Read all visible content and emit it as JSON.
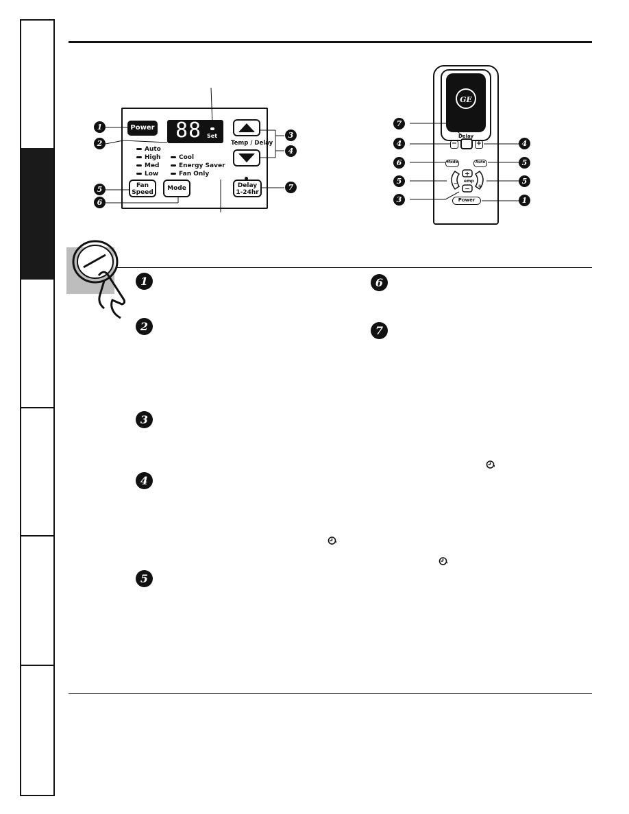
{
  "control_panel": {
    "power_label": "Power",
    "display_digits": "88",
    "set_label": "Set",
    "fan_indicators": [
      "Auto",
      "High",
      "Med",
      "Low"
    ],
    "mode_indicators": [
      "Cool",
      "Energy Saver",
      "Fan Only"
    ],
    "temp_delay_label": "Temp / Delay",
    "fan_speed_label_1": "Fan",
    "fan_speed_label_2": "Speed",
    "mode_label": "Mode",
    "delay_label_1": "Delay",
    "delay_label_2": "1-24hr"
  },
  "panel_callouts": [
    "1",
    "2",
    "3",
    "4",
    "5",
    "6",
    "7"
  ],
  "remote": {
    "logo": "GE",
    "delay_label": "Delay",
    "minus_label": "−",
    "plus_label": "+",
    "mode_label": "Mode",
    "auto_label": "Auto",
    "temp_label": "emp",
    "power_label": "Power"
  },
  "remote_callouts": {
    "left": [
      "7",
      "4",
      "6",
      "5",
      "3"
    ],
    "right": [
      "4",
      "5",
      "5",
      "1"
    ]
  },
  "section_numbers": [
    "1",
    "2",
    "3",
    "4",
    "5",
    "6",
    "7"
  ],
  "icons": {
    "clock": "delay-clock-icon",
    "hand": "pointing-hand-icon"
  }
}
